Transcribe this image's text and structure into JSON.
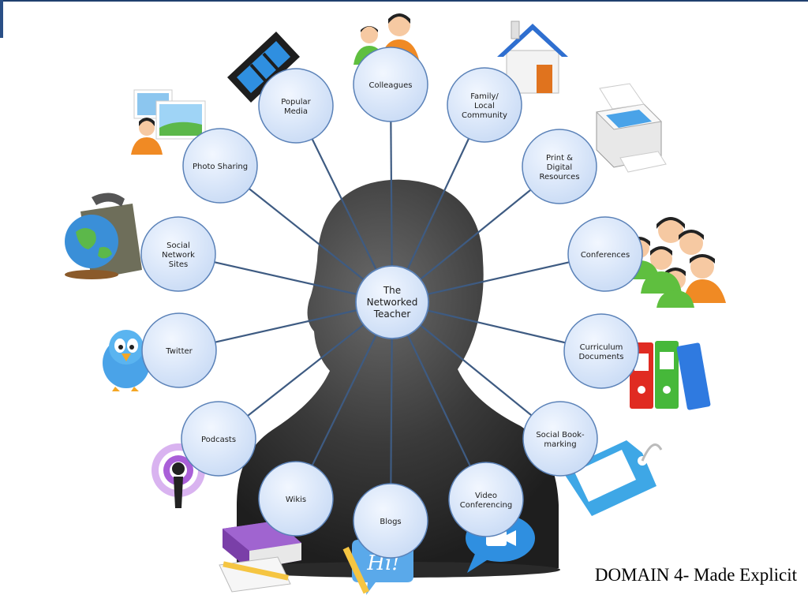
{
  "center": {
    "lines": [
      "The",
      "Networked",
      "Teacher"
    ]
  },
  "nodes": [
    {
      "key": "colleagues",
      "lines": [
        "Colleagues"
      ],
      "icon": "people-pair-icon"
    },
    {
      "key": "family-local-community",
      "lines": [
        "Family/",
        "Local",
        "Community"
      ],
      "icon": "house-icon"
    },
    {
      "key": "print-digital-resources",
      "lines": [
        "Print &",
        "Digital",
        "Resources"
      ],
      "icon": "printer-icon"
    },
    {
      "key": "conferences",
      "lines": [
        "Conferences"
      ],
      "icon": "crowd-icon"
    },
    {
      "key": "curriculum-documents",
      "lines": [
        "Curriculum",
        "Documents"
      ],
      "icon": "binders-icon"
    },
    {
      "key": "social-bookmarking",
      "lines": [
        "Social Book-",
        "marking"
      ],
      "icon": "tag-icon"
    },
    {
      "key": "video-conferencing",
      "lines": [
        "Video",
        "Conferencing"
      ],
      "icon": "video-chat-icon"
    },
    {
      "key": "blogs",
      "lines": [
        "Blogs"
      ],
      "icon": "hi-bubble-icon"
    },
    {
      "key": "wikis",
      "lines": [
        "Wikis"
      ],
      "icon": "notebooks-icon"
    },
    {
      "key": "podcasts",
      "lines": [
        "Podcasts"
      ],
      "icon": "podcast-icon"
    },
    {
      "key": "twitter",
      "lines": [
        "Twitter"
      ],
      "icon": "bird-icon"
    },
    {
      "key": "social-network-sites",
      "lines": [
        "Social",
        "Network",
        "Sites"
      ],
      "icon": "globe-bag-icon"
    },
    {
      "key": "photo-sharing",
      "lines": [
        "Photo Sharing"
      ],
      "icon": "photos-icon"
    },
    {
      "key": "popular-media",
      "lines": [
        "Popular",
        "Media"
      ],
      "icon": "film-strip-icon"
    }
  ],
  "caption": "DOMAIN 4- Made Explicit",
  "colors": {
    "node_fill": "#d6e4f8",
    "node_stroke": "#5b82b8",
    "spoke": "#3e5b82",
    "head_dark": "#2b2b2b",
    "head_light": "#5a5a5a"
  }
}
